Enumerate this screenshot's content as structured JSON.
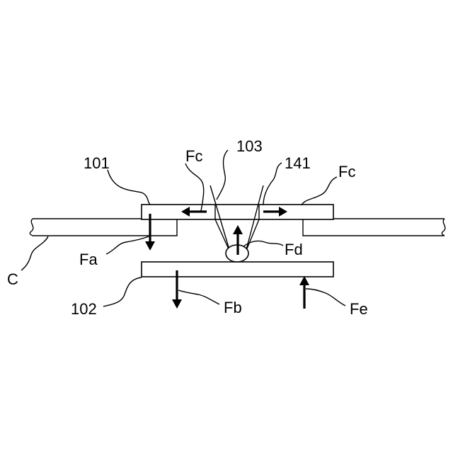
{
  "labels": {
    "ref_101": "101",
    "ref_102": "102",
    "ref_103": "103",
    "ref_141": "141",
    "ref_c": "C",
    "force_fa": "Fa",
    "force_fb": "Fb",
    "force_fc_left": "Fc",
    "force_fc_right": "Fc",
    "force_fd": "Fd",
    "force_fe": "Fe"
  },
  "colors": {
    "line": "#000000",
    "background": "#ffffff"
  }
}
